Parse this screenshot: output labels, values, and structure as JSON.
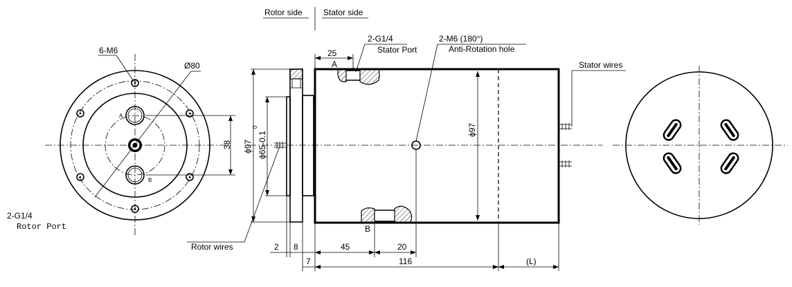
{
  "header": {
    "rotor_side": "Rotor side",
    "stator_side": "Stator side"
  },
  "front_view": {
    "mount_holes_label": "6-M6",
    "diameter_label": "Ø80",
    "port_a": "A",
    "port_b": "B",
    "spacing_label": "38",
    "rotor_port_spec": "2-G1/4",
    "rotor_port_name": "Rotor Port"
  },
  "side_view": {
    "stator_port_spec": "2-G1/4",
    "stator_port_name": "Stator Port",
    "anti_rotation_spec": "2-M6 (180°)",
    "anti_rotation_name": "Anti-Rotation hole",
    "stator_wires": "Stator wires",
    "rotor_wires": "Rotor wires",
    "dim_top_25": "25",
    "port_a": "A",
    "port_b": "B",
    "dia_flange": "ϕ97",
    "dia_shaft_1": "0",
    "dia_shaft_2": "ϕ65-0.1",
    "dia_body": "ϕ97",
    "dim_2": "2",
    "dim_8": "8",
    "dim_45": "45",
    "dim_20": "20",
    "dim_7": "7",
    "dim_116": "116",
    "dim_l": "(L)"
  }
}
